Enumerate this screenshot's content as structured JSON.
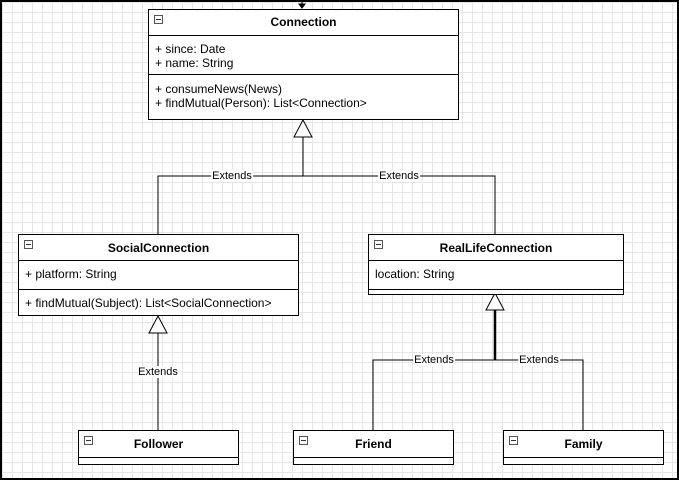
{
  "diagram": {
    "classes": {
      "connection": {
        "name": "Connection",
        "attributes": [
          "+ since: Date",
          "+ name: String"
        ],
        "methods": [
          "+ consumeNews(News)",
          "+ findMutual(Person): List<Connection>"
        ]
      },
      "social_connection": {
        "name": "SocialConnection",
        "attributes": [
          "+ platform: String"
        ],
        "methods": [
          "+ findMutual(Subject): List<SocialConnection>"
        ]
      },
      "real_life_connection": {
        "name": "RealLifeConnection",
        "attributes": [
          "location: String"
        ],
        "methods": []
      },
      "follower": {
        "name": "Follower"
      },
      "friend": {
        "name": "Friend"
      },
      "family": {
        "name": "Family"
      }
    },
    "relationships": [
      {
        "type": "generalization",
        "from": "SocialConnection",
        "to": "Connection",
        "label": "Extends"
      },
      {
        "type": "generalization",
        "from": "RealLifeConnection",
        "to": "Connection",
        "label": "Extends"
      },
      {
        "type": "generalization",
        "from": "Follower",
        "to": "SocialConnection",
        "label": "Extends"
      },
      {
        "type": "generalization",
        "from": "Friend",
        "to": "RealLifeConnection",
        "label": "Extends"
      },
      {
        "type": "generalization",
        "from": "Family",
        "to": "RealLifeConnection",
        "label": "Extends"
      }
    ]
  }
}
